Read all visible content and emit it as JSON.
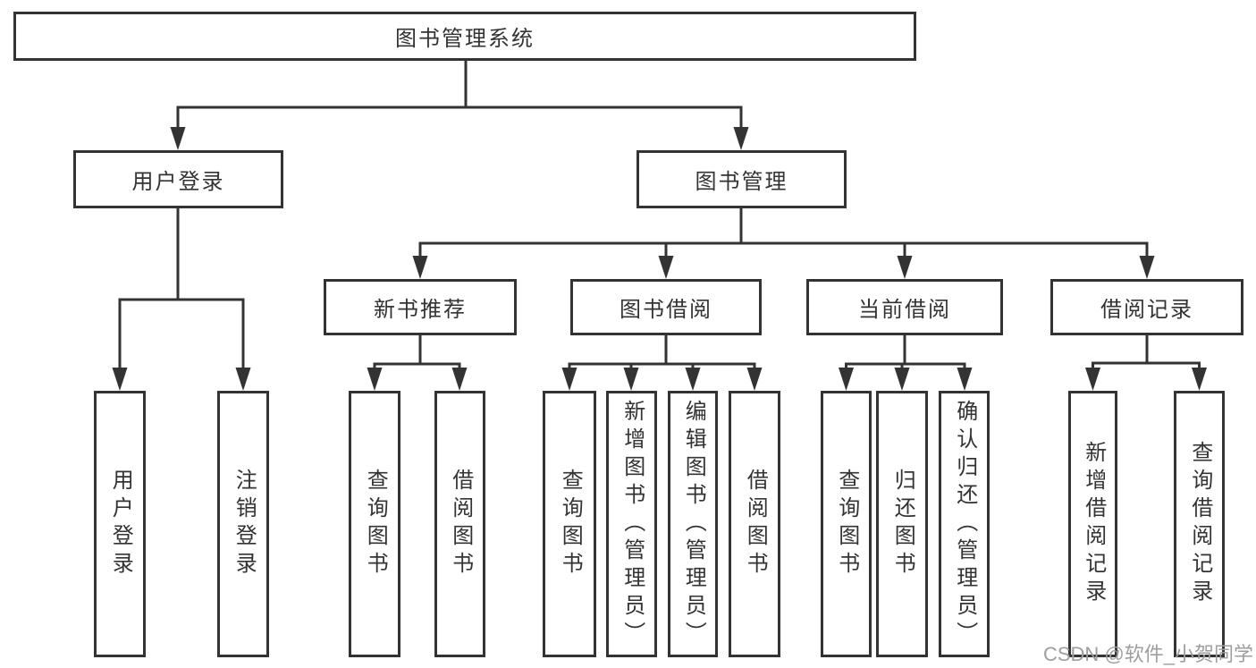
{
  "diagram": {
    "root": {
      "label": "图书管理系统"
    },
    "level2": [
      {
        "key": "user-login",
        "label": "用户登录"
      },
      {
        "key": "book-management",
        "label": "图书管理"
      }
    ],
    "level3": [
      {
        "key": "new-book-recommend",
        "parent": "book-management",
        "label": "新书推荐"
      },
      {
        "key": "book-borrow",
        "parent": "book-management",
        "label": "图书借阅"
      },
      {
        "key": "current-borrow",
        "parent": "book-management",
        "label": "当前借阅"
      },
      {
        "key": "borrow-records",
        "parent": "book-management",
        "label": "借阅记录"
      }
    ],
    "leaves": [
      {
        "parent": "user-login",
        "label": "用户登录"
      },
      {
        "parent": "user-login",
        "label": "注销登录"
      },
      {
        "parent": "new-book-recommend",
        "label": "查询图书"
      },
      {
        "parent": "new-book-recommend",
        "label": "借阅图书"
      },
      {
        "parent": "book-borrow",
        "label": "查询图书"
      },
      {
        "parent": "book-borrow",
        "label": "新增图书（管理员）"
      },
      {
        "parent": "book-borrow",
        "label": "编辑图书（管理员）"
      },
      {
        "parent": "book-borrow",
        "label": "借阅图书"
      },
      {
        "parent": "current-borrow",
        "label": "查询图书"
      },
      {
        "parent": "current-borrow",
        "label": "归还图书"
      },
      {
        "parent": "current-borrow",
        "label": "确认归还（管理员）"
      },
      {
        "parent": "borrow-records",
        "label": "新增借阅记录"
      },
      {
        "parent": "borrow-records",
        "label": "查询借阅记录"
      }
    ]
  },
  "watermark": {
    "text": "CSDN @软件_小贺同学"
  },
  "colors": {
    "line": "#333333",
    "text": "#333333",
    "watermark": "#9e9e9e",
    "background": "#ffffff"
  }
}
